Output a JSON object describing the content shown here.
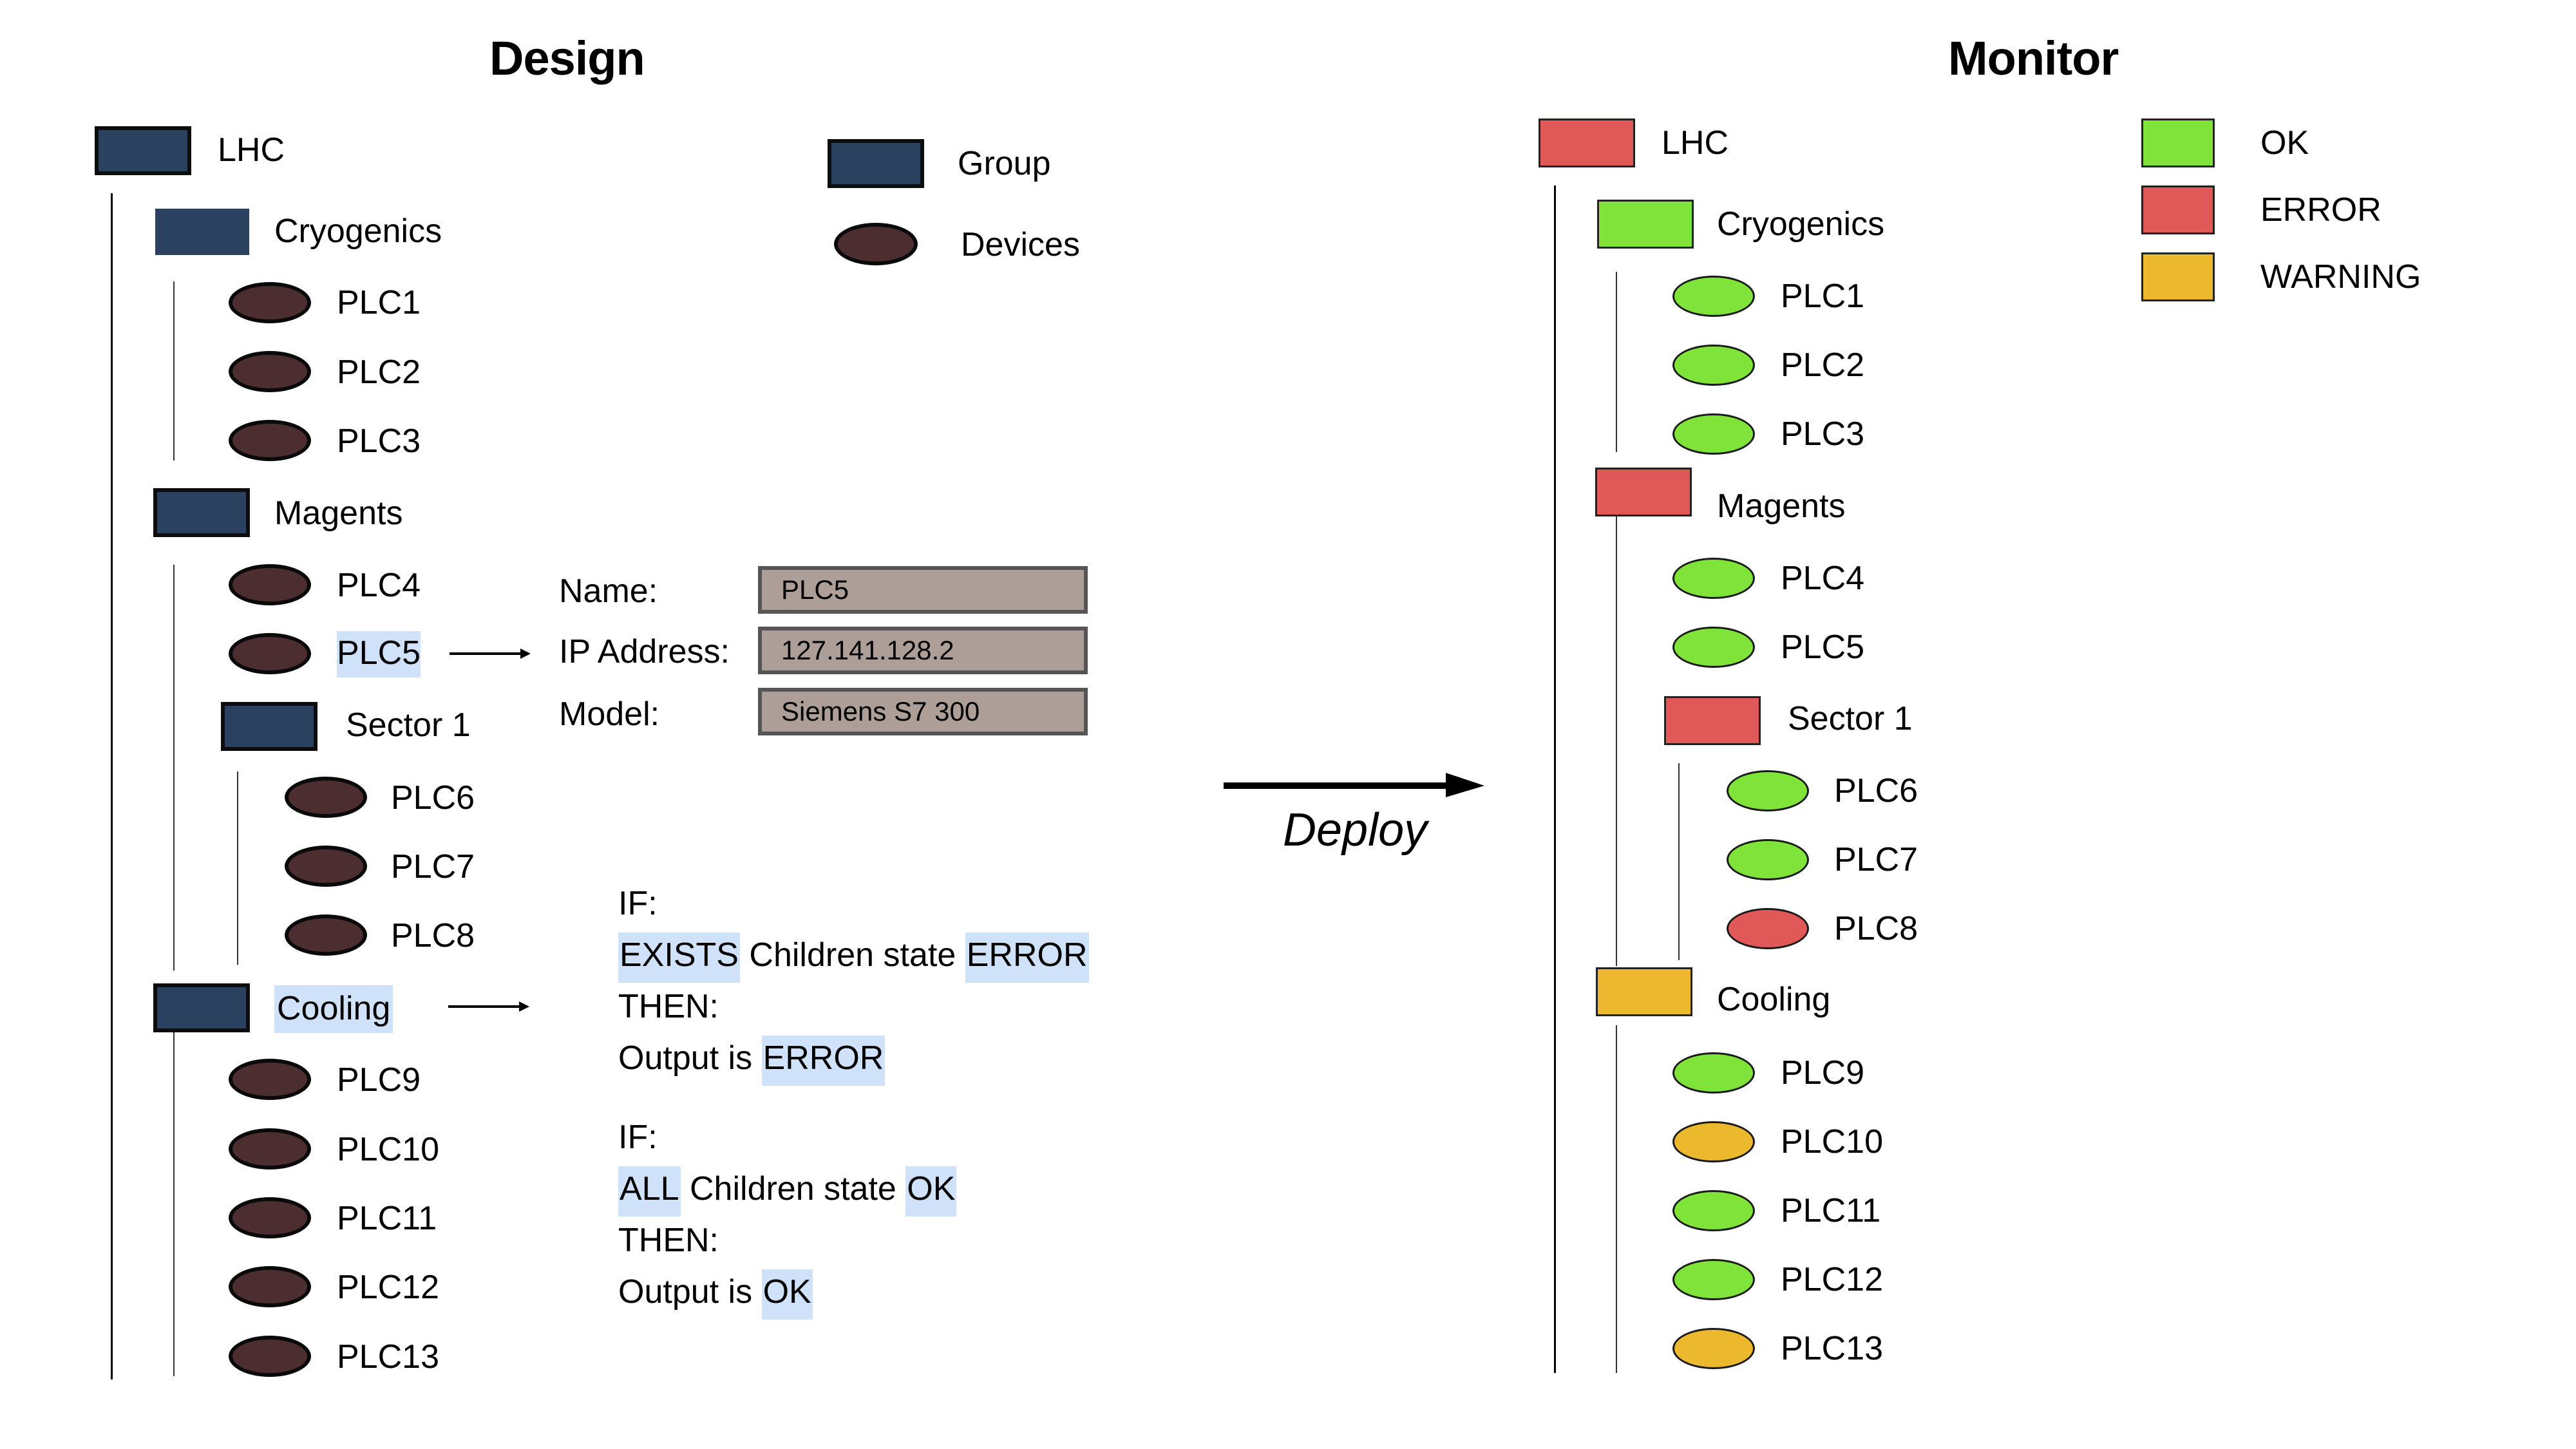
{
  "design": {
    "title": "Design",
    "legend": [
      {
        "shape": "group",
        "label": "Group"
      },
      {
        "shape": "device",
        "label": "Devices"
      }
    ],
    "colors": {
      "group": "#2a4160",
      "device": "#4c2e30"
    },
    "tree": {
      "root": "LHC",
      "groups": [
        {
          "name": "Cryogenics",
          "devices": [
            "PLC1",
            "PLC2",
            "PLC3"
          ]
        },
        {
          "name": "Magents",
          "devices": [
            "PLC4",
            "PLC5"
          ],
          "subgroup": {
            "name": "Sector 1",
            "devices": [
              "PLC6",
              "PLC7",
              "PLC8"
            ]
          }
        },
        {
          "name": "Cooling",
          "devices": [
            "PLC9",
            "PLC10",
            "PLC11",
            "PLC12",
            "PLC13"
          ]
        }
      ]
    },
    "selected_device": "PLC5",
    "selected_group": "Cooling",
    "device_properties": {
      "name_label": "Name:",
      "name_value": "PLC5",
      "ip_label": "IP Address:",
      "ip_value": "127.141.128.2",
      "model_label": "Model:",
      "model_value": "Siemens S7 300"
    },
    "rules": [
      {
        "if_label": "IF:",
        "quantifier": "EXISTS",
        "condition_text": "Children state",
        "condition_state": "ERROR",
        "then_label": "THEN:",
        "output_text": "Output is",
        "output_state": "ERROR"
      },
      {
        "if_label": "IF:",
        "quantifier": "ALL",
        "condition_text": "Children state",
        "condition_state": "OK",
        "then_label": "THEN:",
        "output_text": "Output is",
        "output_state": "OK"
      }
    ]
  },
  "deploy": {
    "label": "Deploy"
  },
  "monitor": {
    "title": "Monitor",
    "legend": [
      {
        "state": "OK",
        "label": "OK",
        "color": "#80e33a"
      },
      {
        "state": "ERROR",
        "label": "ERROR",
        "color": "#e05858"
      },
      {
        "state": "WARNING",
        "label": "WARNING",
        "color": "#ecb82e"
      }
    ],
    "tree": {
      "root": {
        "name": "LHC",
        "state": "ERROR"
      },
      "groups": [
        {
          "name": "Cryogenics",
          "state": "OK",
          "devices": [
            {
              "name": "PLC1",
              "state": "OK"
            },
            {
              "name": "PLC2",
              "state": "OK"
            },
            {
              "name": "PLC3",
              "state": "OK"
            }
          ]
        },
        {
          "name": "Magents",
          "state": "ERROR",
          "devices": [
            {
              "name": "PLC4",
              "state": "OK"
            },
            {
              "name": "PLC5",
              "state": "OK"
            }
          ],
          "subgroup": {
            "name": "Sector 1",
            "state": "ERROR",
            "devices": [
              {
                "name": "PLC6",
                "state": "OK"
              },
              {
                "name": "PLC7",
                "state": "OK"
              },
              {
                "name": "PLC8",
                "state": "ERROR"
              }
            ]
          }
        },
        {
          "name": "Cooling",
          "state": "WARNING",
          "devices": [
            {
              "name": "PLC9",
              "state": "OK"
            },
            {
              "name": "PLC10",
              "state": "WARNING"
            },
            {
              "name": "PLC11",
              "state": "OK"
            },
            {
              "name": "PLC12",
              "state": "OK"
            },
            {
              "name": "PLC13",
              "state": "WARNING"
            }
          ]
        }
      ]
    }
  }
}
